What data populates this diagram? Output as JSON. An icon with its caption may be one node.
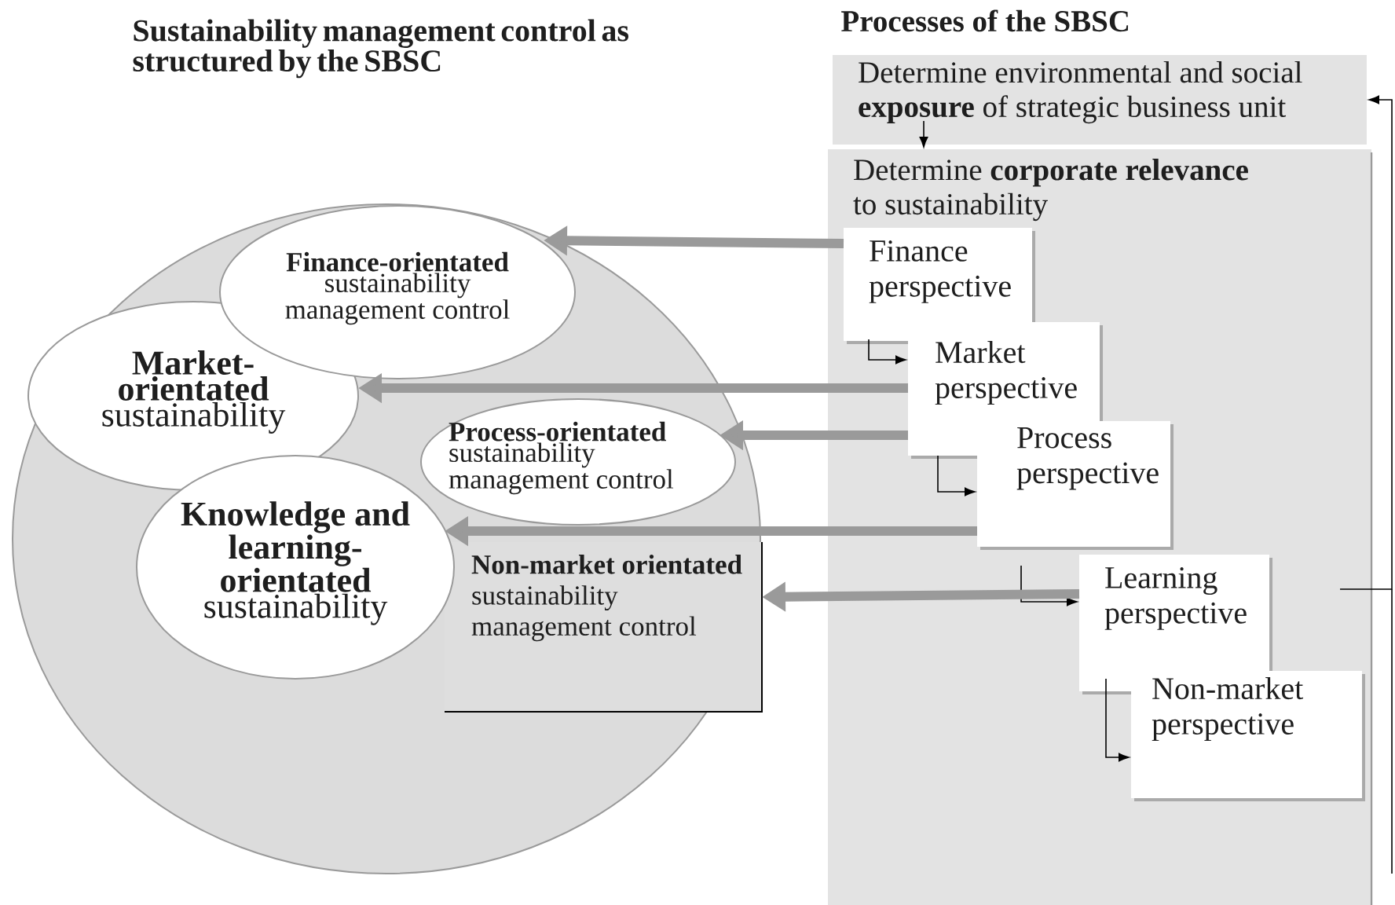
{
  "diagram": {
    "title": "Sustainability management control as structured by the SBSC",
    "nodes": [
      {
        "text": [],
        "shape": "circle"
      },
      {
        "text": [
          "Finance-orientated",
          "sustainability management control"
        ],
        "in": 0
      },
      {
        "text": [
          "Market-orientated",
          "sustainability"
        ],
        "in": 0
      },
      {
        "text": [
          "Process-orientated",
          "sustainability management control"
        ],
        "in": 0
      },
      {
        "text": [
          "Knowledge and learning-orientated",
          "sustainability"
        ],
        "in": 0
      },
      {
        "text": [
          "Non-market orientated",
          "sustainability management control"
        ],
        "in": 0
      },
      {
        "text": [
          "Determine environmental and social **exposure** of strategic business unit"
        ]
      },
      {
        "text": [
          "Determine **corporate relevance** to sustainability"
        ]
      },
      {
        "text": [
          "Finance perspective"
        ],
        "in": 7
      },
      {
        "text": [
          "Market perspective"
        ],
        "in": 7
      },
      {
        "text": [
          "Process perspective"
        ],
        "in": 7
      },
      {
        "text": [
          "Learning perspective"
        ],
        "in": 7
      },
      {
        "text": [
          "Non-market perspective"
        ],
        "in": 7
      }
    ],
    "edges": [
      {
        "from": 6,
        "to": 7,
        "arrow": "to"
      },
      {
        "from": 7,
        "to": 6,
        "arrow": "to"
      },
      {
        "from": 8,
        "to": 9,
        "arrow": "to"
      },
      {
        "from": 9,
        "to": 10,
        "arrow": "to"
      },
      {
        "from": 10,
        "to": 11,
        "arrow": "to"
      },
      {
        "from": 11,
        "to": 12,
        "arrow": "to"
      },
      {
        "from": 8,
        "to": 1,
        "arrow": "to",
        "style": "thick",
        "color": "#9a9a9a"
      },
      {
        "from": 9,
        "to": 2,
        "arrow": "to",
        "style": "thick",
        "color": "#9a9a9a"
      },
      {
        "from": 9,
        "to": 3,
        "arrow": "to",
        "style": "thick",
        "color": "#9a9a9a"
      },
      {
        "from": 10,
        "to": 4,
        "arrow": "to",
        "style": "thick",
        "color": "#9a9a9a"
      },
      {
        "from": 11,
        "to": 5,
        "arrow": "to",
        "style": "thick",
        "color": "#9a9a9a"
      }
    ],
    "labels": [
      "Processes of the SBSC"
    ]
  }
}
